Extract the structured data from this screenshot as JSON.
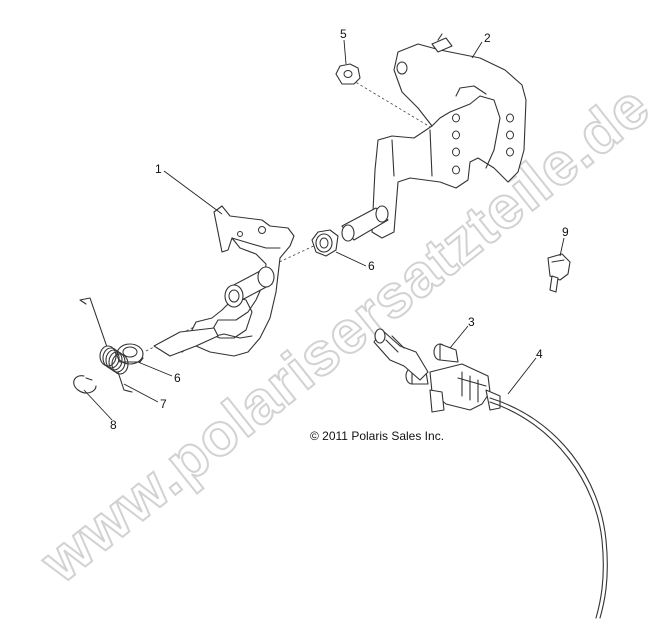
{
  "watermark": "www.polarisersatzteile.de",
  "copyright": "© 2011 Polaris Sales Inc.",
  "callouts": [
    {
      "id": "1",
      "label": "1"
    },
    {
      "id": "2",
      "label": "2"
    },
    {
      "id": "3",
      "label": "3"
    },
    {
      "id": "4",
      "label": "4"
    },
    {
      "id": "5",
      "label": "5"
    },
    {
      "id": "6a",
      "label": "6"
    },
    {
      "id": "6b",
      "label": "6"
    },
    {
      "id": "7",
      "label": "7"
    },
    {
      "id": "8",
      "label": "8"
    },
    {
      "id": "9",
      "label": "9"
    }
  ]
}
